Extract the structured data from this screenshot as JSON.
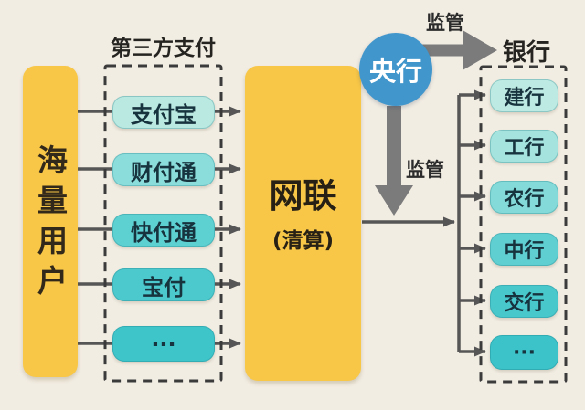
{
  "palette": {
    "background": "#f2ede3",
    "yellow": "#f8c747",
    "blue": "#4196cc",
    "arrow_gray": "#7b7b7b",
    "line_gray": "#565656",
    "dash_border": "#3b3b3b",
    "node_text": "#17333e",
    "third_party_colors": [
      "#b9e9e1",
      "#8adddb",
      "#5dd0d2",
      "#4bc9cd",
      "#3ec5ca"
    ],
    "bank_colors": [
      "#bdeae2",
      "#a5e4de",
      "#83dad8",
      "#60cfd2",
      "#49c8cc",
      "#3bc3c9"
    ]
  },
  "users_bar": {
    "label": "海量用户"
  },
  "third_party": {
    "title": "第三方支付",
    "items": [
      "支付宝",
      "财付通",
      "快付通",
      "宝付",
      "···"
    ]
  },
  "clearing": {
    "name": "网联",
    "subtitle": "(清算)"
  },
  "central_bank": {
    "label": "央行"
  },
  "supervision": {
    "top_label": "监管",
    "down_label": "监管"
  },
  "banks": {
    "title": "银行",
    "items": [
      "建行",
      "工行",
      "农行",
      "中行",
      "交行",
      "···"
    ]
  }
}
